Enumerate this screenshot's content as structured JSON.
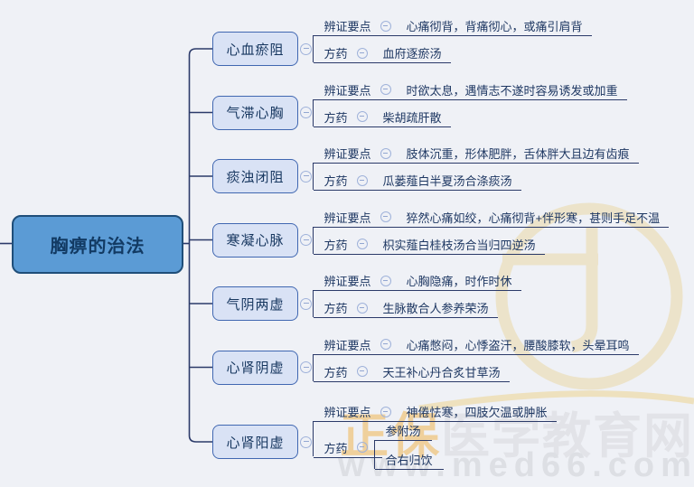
{
  "root": {
    "label": "胸痹的治法"
  },
  "branches": [
    {
      "label": "心血瘀阻",
      "rows": [
        {
          "label": "辨证要点",
          "text": "心痛彻背，背痛彻心，或痛引肩背"
        },
        {
          "label": "方药",
          "text": "血府逐瘀汤"
        }
      ]
    },
    {
      "label": "气滞心胸",
      "rows": [
        {
          "label": "辨证要点",
          "text": "时欲太息，遇情志不遂时容易诱发或加重"
        },
        {
          "label": "方药",
          "text": "柴胡疏肝散"
        }
      ]
    },
    {
      "label": "痰浊闭阻",
      "rows": [
        {
          "label": "辨证要点",
          "text": "肢体沉重，形体肥胖，舌体胖大且边有齿痕"
        },
        {
          "label": "方药",
          "text": "瓜蒌薤白半夏汤合涤痰汤"
        }
      ]
    },
    {
      "label": "寒凝心脉",
      "rows": [
        {
          "label": "辨证要点",
          "text": "猝然心痛如绞，心痛彻背+伴形寒，甚则手足不温"
        },
        {
          "label": "方药",
          "text": "枳实薤白桂枝汤合当归四逆汤"
        }
      ]
    },
    {
      "label": "气阴两虚",
      "rows": [
        {
          "label": "辨证要点",
          "text": "心胸隐痛，时作时休"
        },
        {
          "label": "方药",
          "text": "生脉散合人参养荣汤"
        }
      ]
    },
    {
      "label": "心肾阴虚",
      "rows": [
        {
          "label": "辨证要点",
          "text": "心痛憋闷，心悸盗汗，腰酸膝软，头晕耳鸣"
        },
        {
          "label": "方药",
          "text": "天王补心丹合炙甘草汤"
        }
      ]
    },
    {
      "label": "心肾阳虚",
      "rows": [
        {
          "label": "辨证要点",
          "text": "神倦怯寒，四肢欠温或肿胀"
        },
        {
          "label": "方药",
          "children": [
            "参附汤",
            "合右归饮"
          ]
        }
      ]
    }
  ],
  "icons": {
    "collapse": "minus-circle"
  },
  "colors": {
    "background": "#EFF1F6",
    "line_navy": "#2B3A69",
    "branch_fill": "#D9E2F5",
    "branch_border": "#4067B1",
    "root_fill": "#5B9BD5",
    "root_border": "#1F4E79",
    "text_navy": "#1F3863",
    "watermark_gold": "#F0C886",
    "watermark_gray": "#E2E3E8"
  },
  "watermark": {
    "brand_gold": "正保",
    "brand_gray": "医学教育网",
    "url": "www.med66.com"
  }
}
